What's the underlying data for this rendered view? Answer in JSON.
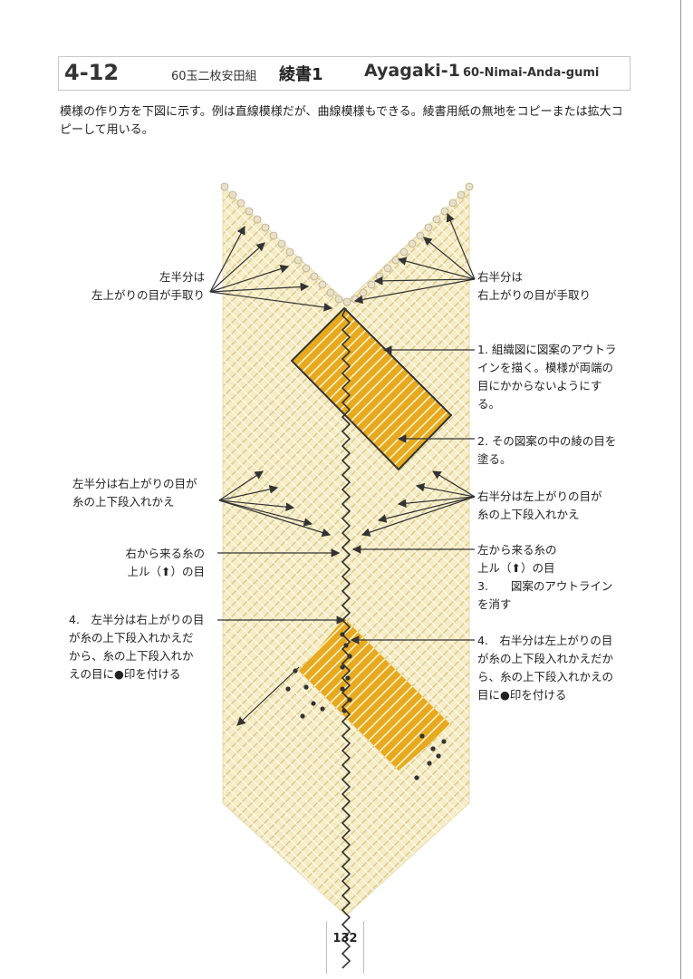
{
  "header": {
    "section": "4-12",
    "subtitle_jp": "60玉二枚安田組",
    "title_jp": "綾書1",
    "title_en": "Ayagaki-1",
    "title_en_sub": "60-Nimai-Anda-gumi"
  },
  "intro": "模様の作り方を下図に示す。例は直線模様だが、曲線模様もできる。綾書用紙の無地をコピーまたは拡大コピーして用いる。",
  "colors": {
    "braid_bg": "#f5ebc0",
    "braid_pattern": "#e6a81e",
    "outline": "#333333",
    "mark": "#333333"
  },
  "labels": {
    "left_top_1": "左半分は",
    "left_top_2": "左上がりの目が手取り",
    "right_top_1": "右半分は",
    "right_top_2": "右上がりの目が手取り",
    "step1_1": "1. 組織図に図案のアウトラ",
    "step1_2": "インを描く。模様が両端の",
    "step1_3": "目にかからないようにす",
    "step1_4": "る。",
    "step2_1": "2. その図案の中の綾の目を",
    "step2_2": "塗る。",
    "left_mid_1": "左半分は右上がりの目が",
    "left_mid_2": "糸の上下段入れかえ",
    "right_mid_1": "右半分は左上がりの目が",
    "right_mid_2": "糸の上下段入れかえ",
    "from_right_1": "右から来る糸の",
    "from_right_2": "上ル（⬆）の目",
    "from_left_1": "左から来る糸の",
    "from_left_2": "上ル（⬆）の目",
    "step3_1": "3.　　図案のアウトライン",
    "step3_2": "を消す",
    "step4l_1": "4.　左半分は右上がりの目",
    "step4l_2": "が糸の上下段入れかえだ",
    "step4l_3": "から、糸の上下段入れか",
    "step4l_4": "えの目に●印を付ける",
    "step4r_1": "4.　右半分は左上がりの目",
    "step4r_2": "が糸の上下段入れかえだか",
    "step4r_3": "ら、糸の上下段入れかえの",
    "step4r_4": "目に●印を付ける"
  },
  "page_number": "132"
}
